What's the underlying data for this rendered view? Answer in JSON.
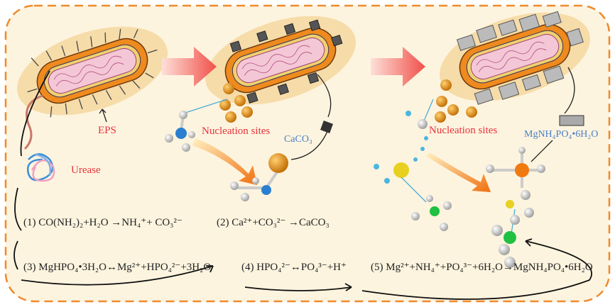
{
  "labels": {
    "eps": "EPS",
    "urease": "Urease",
    "nucleation_1": "Nucleation sites",
    "nucleation_2": "Nucleation sites",
    "caco3": "CaCO₃",
    "struvite": "MgNH₄PO₄•6H₂O"
  },
  "equations": [
    "(1) CO(NH₂)₂+H₂O →NH₄⁺+ CO₃²⁻",
    "(2) Ca²⁺+CO₃²⁻ →CaCO₃",
    "(3) MgHPO₄•3H₂O↔Mg²⁺+HPO₄²⁻+3H₂O",
    "(4) HPO₄²⁻↔PO₄³⁻+H⁺",
    "(5) Mg²⁺+NH₄⁺+PO₄³⁻+6H₂O→MgNH₄PO₄•6H₂O"
  ],
  "colors": {
    "border": "#f08a2c",
    "background": "#fdf4df",
    "label_red": "#e8323c",
    "label_blue": "#4a7fc6"
  }
}
